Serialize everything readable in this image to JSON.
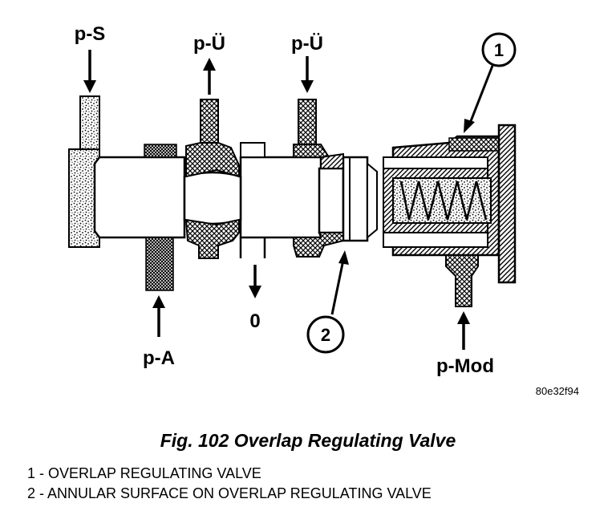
{
  "diagram": {
    "labels": {
      "p_s": "p-S",
      "p_u_left": "p-Ü",
      "p_u_right": "p-Ü",
      "p_a": "p-A",
      "zero": "0",
      "p_mod": "p-Mod"
    },
    "callouts": {
      "one": "1",
      "two": "2"
    },
    "reference_code": "80e32f94"
  },
  "caption": "Fig. 102 Overlap Regulating Valve",
  "legend": [
    "1 - OVERLAP REGULATING VALVE",
    "2 - ANNULAR SURFACE ON OVERLAP REGULATING VALVE"
  ]
}
